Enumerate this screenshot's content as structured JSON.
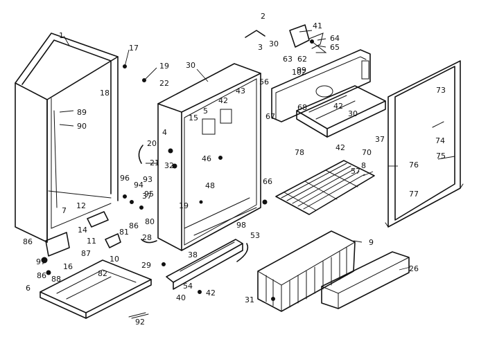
{
  "diagram": {
    "type": "exploded-parts-diagram",
    "ink_color": "#111111",
    "paper_color": "#ffffff",
    "callouts": [
      "1",
      "2",
      "3",
      "4",
      "5",
      "6",
      "7",
      "8",
      "9",
      "10",
      "11",
      "12",
      "14",
      "15",
      "16",
      "17",
      "18",
      "19",
      "19",
      "20",
      "21",
      "22",
      "26",
      "28",
      "29",
      "30",
      "30",
      "30",
      "31",
      "32",
      "37",
      "37",
      "38",
      "40",
      "41",
      "42",
      "42",
      "42",
      "42",
      "43",
      "46",
      "48",
      "53",
      "54",
      "56",
      "57",
      "62",
      "63",
      "64",
      "65",
      "66",
      "67",
      "68",
      "70",
      "73",
      "74",
      "75",
      "76",
      "77",
      "78",
      "80",
      "81",
      "82",
      "86",
      "86",
      "86",
      "87",
      "88",
      "89",
      "90",
      "92",
      "93",
      "94",
      "95",
      "96",
      "97",
      "98",
      "99",
      "102"
    ]
  }
}
